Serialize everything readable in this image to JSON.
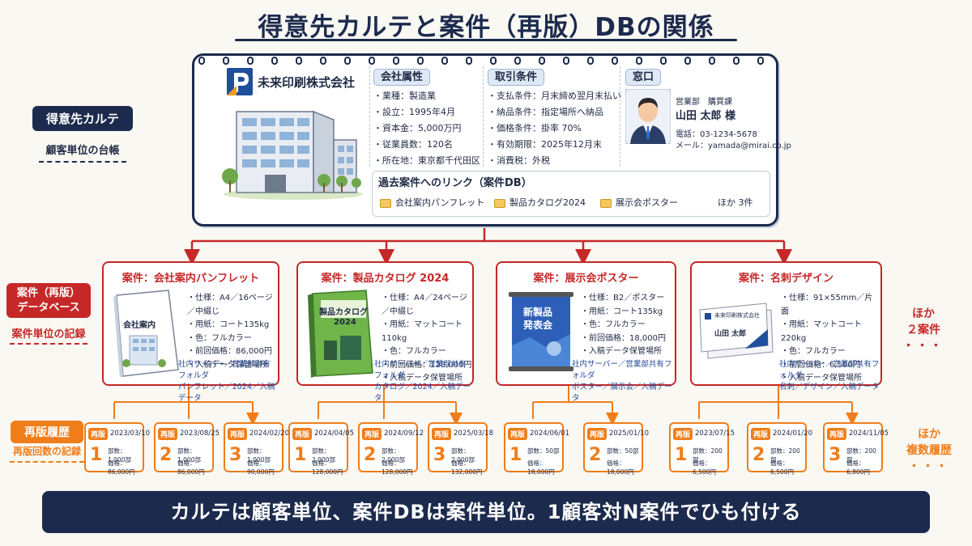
{
  "title": "得意先カルテと案件（再版）DBの関係",
  "left_labels": {
    "karte": "得意先カルテ",
    "karte_sub": "顧客単位の台帳",
    "db": "案件（再版）\nデータベース",
    "db_sub": "案件単位の記録",
    "history": "再版履歴",
    "history_sub": "再版回数の記録"
  },
  "karte": {
    "company_name": "未来印刷株式会社",
    "attributes": {
      "title": "会社属性",
      "items": [
        "業種：製造業",
        "設立：1995年4月",
        "資本金：5,000万円",
        "従業員数：120名",
        "所在地：東京都千代田区"
      ]
    },
    "terms": {
      "title": "取引条件",
      "items": [
        "支払条件：月末締め翌月末払い",
        "納品条件：指定場所へ納品",
        "価格条件：掛率 70%",
        "有効期限：2025年12月末",
        "消費税：外税"
      ]
    },
    "contact": {
      "title": "窓口",
      "dept": "営業部　購買課",
      "name": "山田 太郎 様",
      "tel": "電話：03-1234-5678",
      "mail": "メール：yamada@mirai.co.jp"
    },
    "links": {
      "title": "過去案件へのリンク（案件DB）",
      "items": [
        "会社案内パンフレット",
        "製品カタログ2024",
        "展示会ポスター"
      ],
      "more": "ほか 3件"
    }
  },
  "projects": [
    {
      "title": "案件：会社案内パンフレット",
      "cover_text": "会社案内",
      "spec": [
        "仕様：A4／16ページ／中綴じ",
        "用紙：コート135kg",
        "色：フルカラー",
        "前回価格：86,000円",
        "入稿データ保管場所"
      ],
      "path": [
        "社内サーバー／営業部共有フォルダ",
        "パンフレット／2024／入稿データ"
      ]
    },
    {
      "title": "案件：製品カタログ 2024",
      "cover_text": "製品カタログ",
      "cover_year": "2024",
      "spec": [
        "仕様：A4／24ページ／中綴じ",
        "用紙：マットコート110kg",
        "色：フルカラー",
        "前回価格：128,000円",
        "入稿データ保管場所"
      ],
      "path": [
        "社内サーバー／営業部共有フォルダ",
        "カタログ／2024／入稿データ"
      ]
    },
    {
      "title": "案件：展示会ポスター",
      "cover_text": "新製品",
      "cover_text2": "発表会",
      "spec": [
        "仕様：B2／ポスター",
        "用紙：コート135kg",
        "色：フルカラー",
        "前回価格：18,000円",
        "入稿データ保管場所"
      ],
      "path": [
        "社内サーバー／営業部共有フォルダ",
        "ポスター／展示会／入稿データ"
      ]
    },
    {
      "title": "案件：名刺デザイン",
      "card_company": "未来印刷株式会社",
      "card_name": "山田 太郎",
      "spec": [
        "仕様：91×55mm／片面",
        "用紙：マットコート220kg",
        "色：フルカラー",
        "前回価格：6,500円",
        "入稿データ保管場所"
      ],
      "path": [
        "社内サーバー／営業部共有フォルダ",
        "名刺／デザイン／入稿データ"
      ]
    }
  ],
  "projects_more": {
    "line1": "ほか",
    "line2": "２案件",
    "dots": "・・・"
  },
  "history_badge": "再版",
  "history_copies_prefix": "部数：",
  "history_price_prefix": "価格：",
  "history": [
    {
      "num": "1",
      "date": "2023/03/10",
      "copies": "1,000部",
      "price": "86,000円"
    },
    {
      "num": "2",
      "date": "2023/08/25",
      "copies": "1,000部",
      "price": "86,000円"
    },
    {
      "num": "3",
      "date": "2024/02/20",
      "copies": "1,000部",
      "price": "90,000円"
    },
    {
      "num": "1",
      "date": "2024/04/05",
      "copies": "2,000部",
      "price": "128,000円"
    },
    {
      "num": "2",
      "date": "2024/09/12",
      "copies": "2,000部",
      "price": "128,000円"
    },
    {
      "num": "3",
      "date": "2025/03/18",
      "copies": "2,000部",
      "price": "132,000円"
    },
    {
      "num": "1",
      "date": "2024/06/01",
      "copies": "50部",
      "price": "18,000円"
    },
    {
      "num": "2",
      "date": "2025/01/10",
      "copies": "50部",
      "price": "18,000円"
    },
    {
      "num": "1",
      "date": "2023/07/15",
      "copies": "200部",
      "price": "6,500円"
    },
    {
      "num": "2",
      "date": "2024/01/20",
      "copies": "200部",
      "price": "6,500円"
    },
    {
      "num": "3",
      "date": "2024/11/05",
      "copies": "200部",
      "price": "6,800円"
    }
  ],
  "history_more": {
    "line1": "ほか",
    "line2": "複数履歴",
    "dots": "・・・"
  },
  "bottom_banner": "カルテは顧客単位、案件DBは案件単位。1顧客対N案件でひも付ける",
  "colors": {
    "navy": "#1c2b4d",
    "red": "#c62828",
    "orange": "#ef7d1a"
  }
}
